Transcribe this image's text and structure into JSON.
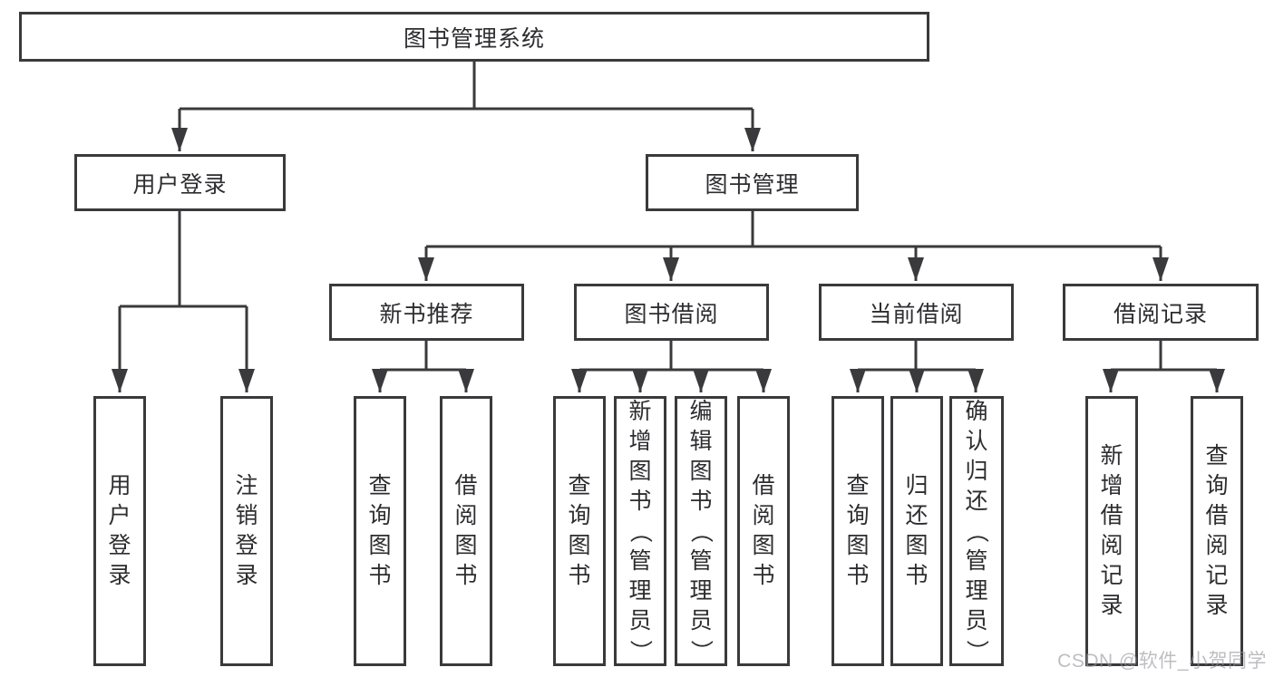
{
  "diagram": {
    "root": "图书管理系统",
    "level2": [
      "用户登录",
      "图书管理"
    ],
    "level3": [
      "新书推荐",
      "图书借阅",
      "当前借阅",
      "借阅记录"
    ],
    "leaves": [
      "用户登录",
      "注销登录",
      "查询图书",
      "借阅图书",
      "查询图书",
      "新增图书（管理员）",
      "编辑图书（管理员）",
      "借阅图书",
      "查询图书",
      "归还图书",
      "确认归还（管理员）",
      "新增借阅记录",
      "查询借阅记录"
    ]
  },
  "watermark": "CSDN @软件_小贺同学",
  "colors": {
    "line": "#3a3a3c",
    "box_border": "#3a3a3c",
    "text": "#2d2d30",
    "background": "#ffffff",
    "watermark": "#b4b4ba"
  }
}
